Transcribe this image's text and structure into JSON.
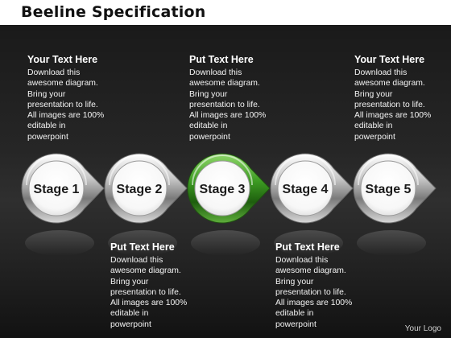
{
  "title": "Beeline Specification",
  "stages": [
    {
      "label": "Stage 1",
      "highlight": false
    },
    {
      "label": "Stage 2",
      "highlight": false
    },
    {
      "label": "Stage 3",
      "highlight": true
    },
    {
      "label": "Stage 4",
      "highlight": false
    },
    {
      "label": "Stage 5",
      "highlight": false
    }
  ],
  "colors": {
    "ring": "#c8c8c8",
    "highlight": "#3a8a1e",
    "panel": "#262626"
  },
  "text_blocks": [
    {
      "title": "Your Text Here",
      "lines": [
        "Download this",
        "awesome diagram.",
        "Bring your",
        "presentation to life.",
        "All images are 100%",
        "editable in",
        "powerpoint"
      ]
    },
    {
      "title": "Put Text Here",
      "lines": [
        "Download this",
        "awesome diagram.",
        "Bring your",
        "presentation to life.",
        "All images are 100%",
        "editable in",
        "powerpoint"
      ]
    },
    {
      "title": "Put Text Here",
      "lines": [
        "Download this",
        "awesome diagram.",
        "Bring your",
        "presentation to life.",
        "All images are 100%",
        "editable in",
        "powerpoint"
      ]
    },
    {
      "title": "Put Text Here",
      "lines": [
        "Download this",
        "awesome diagram.",
        "Bring your",
        "presentation to life.",
        "All images are 100%",
        "editable in",
        "powerpoint"
      ]
    },
    {
      "title": "Your Text Here",
      "lines": [
        "Download this",
        "awesome diagram.",
        "Bring your",
        "presentation to life.",
        "All images are 100%",
        "editable in",
        "powerpoint"
      ]
    }
  ],
  "logo": "Your Logo"
}
